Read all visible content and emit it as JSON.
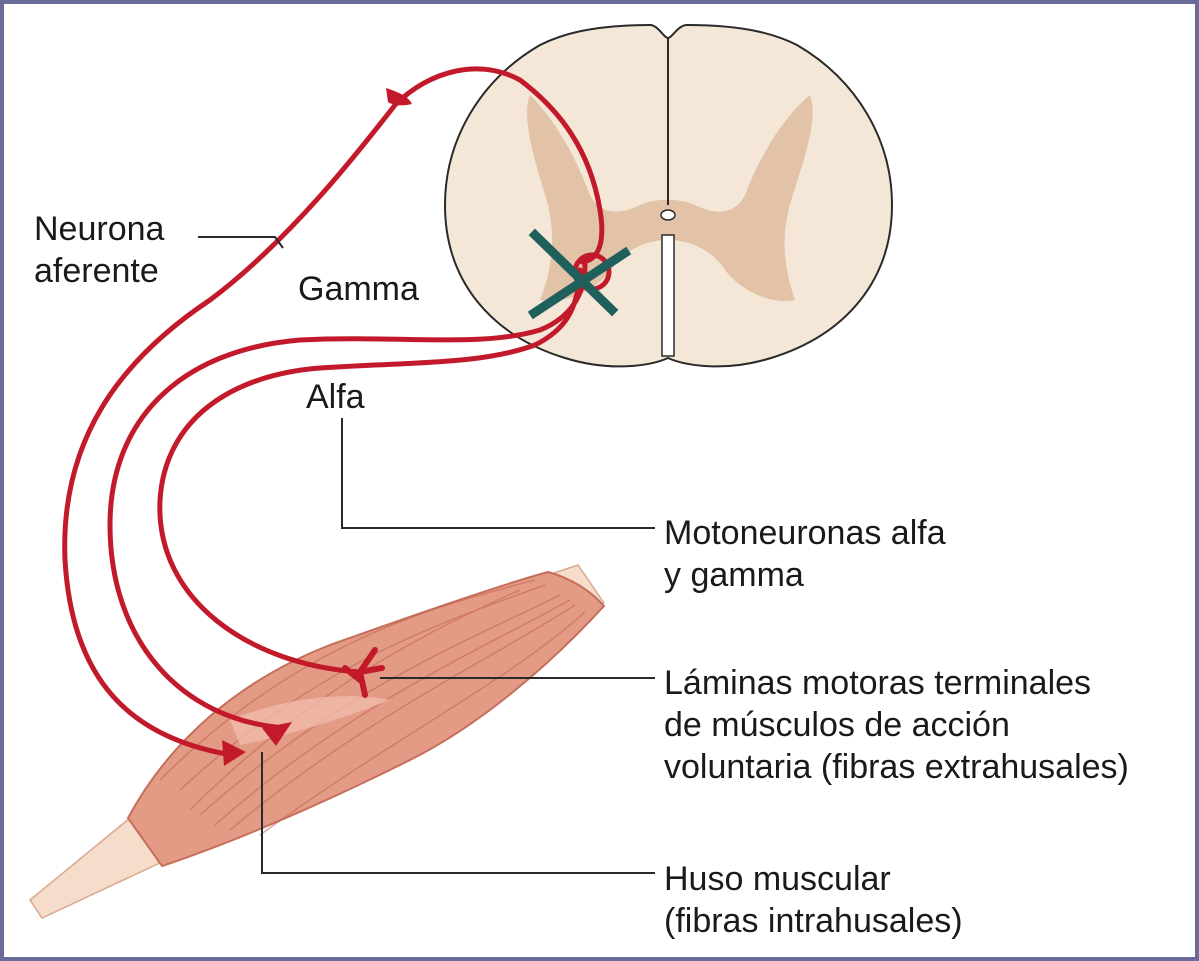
{
  "labels": {
    "afferent_neuron": [
      "Neurona",
      "aferente"
    ],
    "gamma": "Gamma",
    "alpha": "Alfa",
    "motor_neurons": [
      "Motoneuronas alfa",
      "y gamma"
    ],
    "motor_end_plates": [
      "Láminas motoras terminales",
      "de músculos de acción",
      "voluntaria (fibras extrahusales)"
    ],
    "muscle_spindle": [
      "Huso muscular",
      "(fibras intrahusales)"
    ]
  },
  "colors": {
    "nerve": "#c21a2a",
    "spinal_white_matter": "#f4e7d7",
    "spinal_gray_matter": "#e3c3a8",
    "muscle": "#e39b85",
    "tendon": "#f6dccb",
    "cross_mark": "#1f5f5c",
    "leader_line": "#2a2a2a",
    "frame": "#6b6b99"
  },
  "icons": {
    "blocked_synapse": "x-mark-icon"
  }
}
